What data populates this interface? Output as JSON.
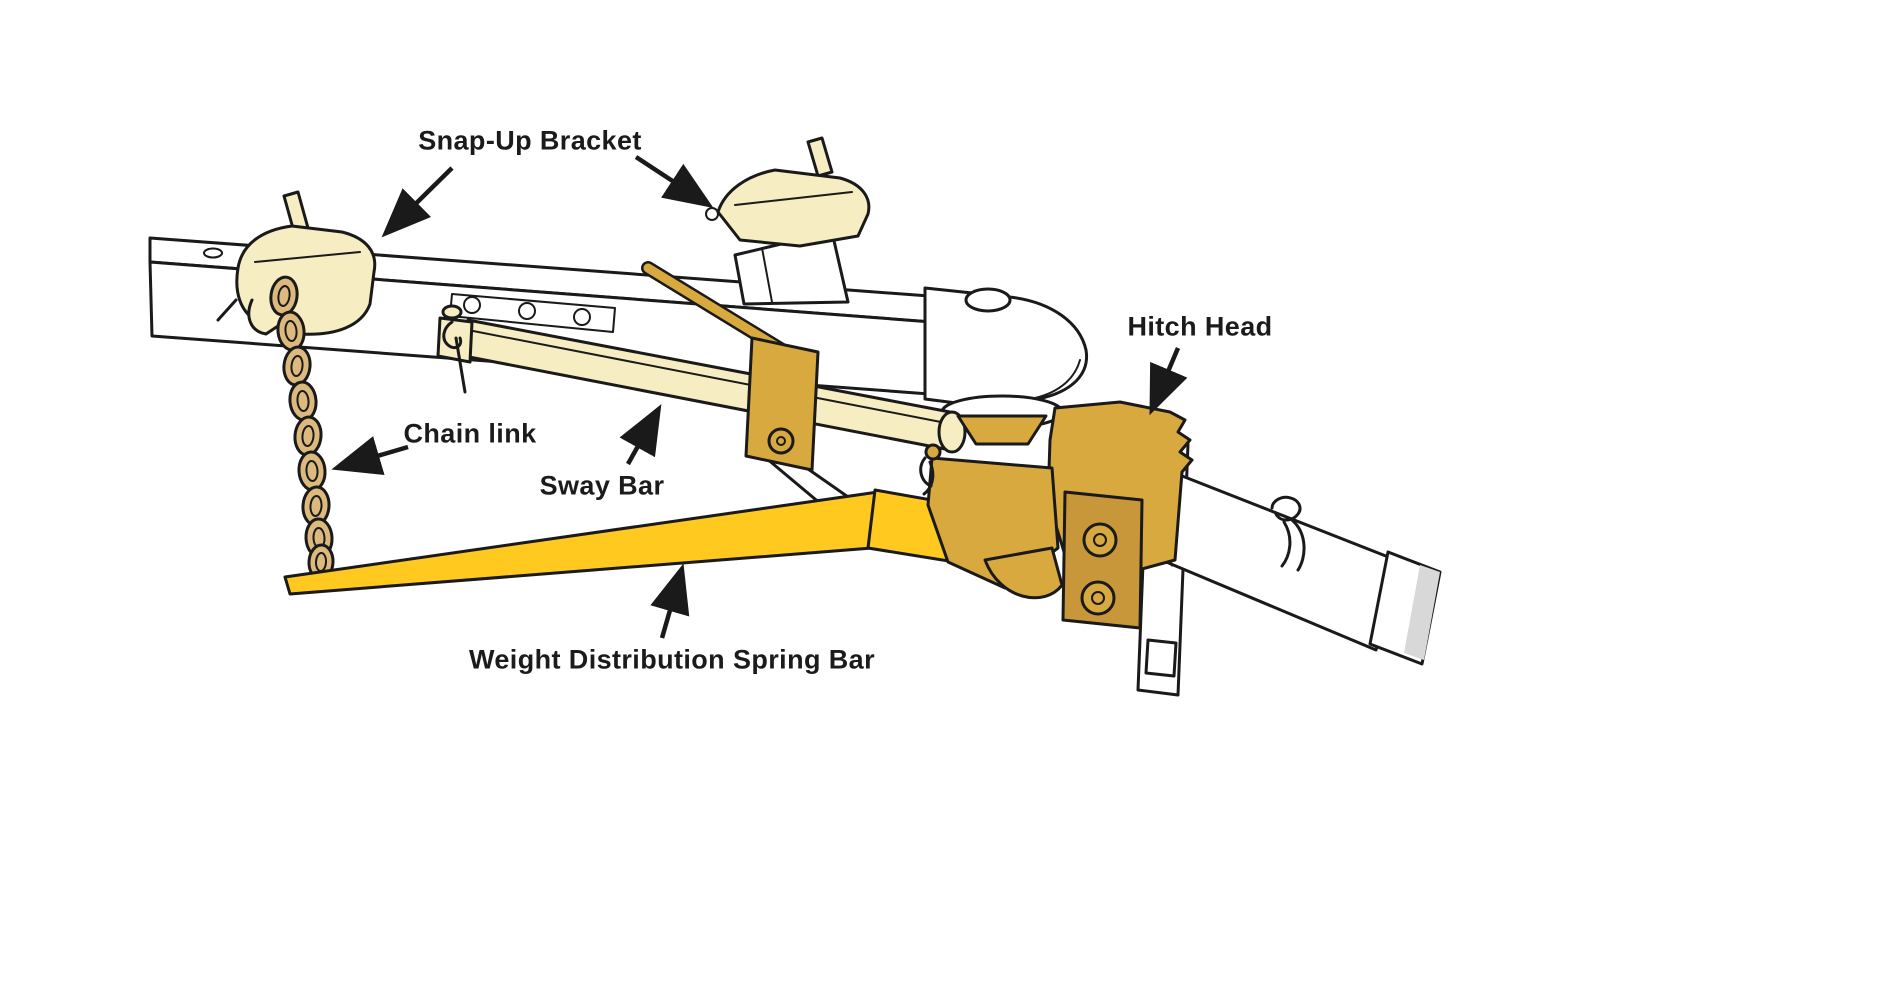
{
  "diagram": {
    "labels": {
      "snap_up_bracket": "Snap-Up Bracket",
      "hitch_head": "Hitch Head",
      "chain_link": "Chain link",
      "sway_bar": "Sway Bar",
      "spring_bar": "Weight Distribution Spring Bar"
    },
    "colors": {
      "background": "#ffffff",
      "outline": "#1a1a1a",
      "white_part": "#ffffff",
      "pale_yellow": "#f6edc3",
      "tan": "#dcba7e",
      "gold": "#d8a93e",
      "dark_gold": "#c8973a",
      "bright_yellow": "#ffc91f",
      "label_text": "#1b1b1b"
    }
  }
}
